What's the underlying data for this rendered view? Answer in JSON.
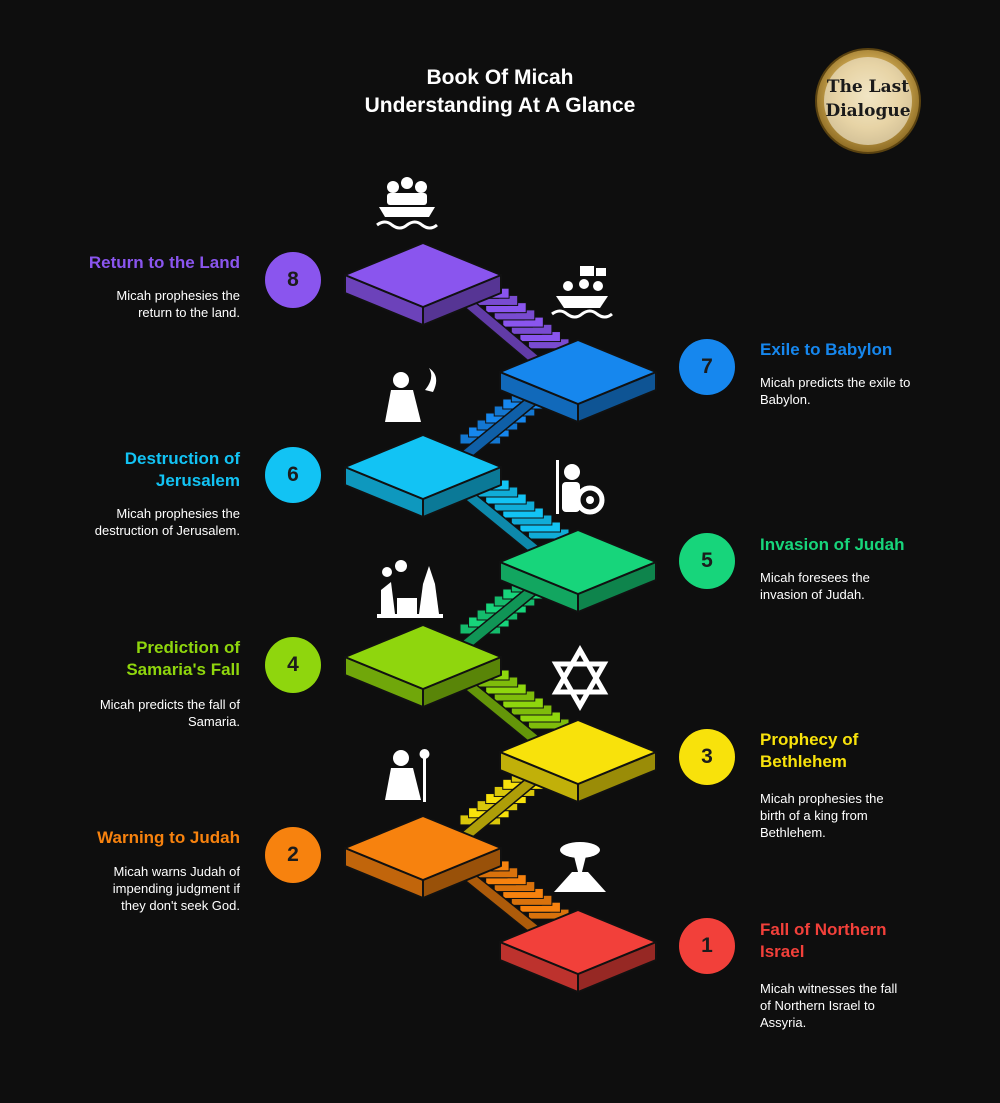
{
  "title_line1": "Book Of Micah",
  "title_line2": "Understanding At A Glance",
  "logo": {
    "line1": "The Last",
    "line2": "Dialogue"
  },
  "steps": [
    {
      "number": "1",
      "color": "#f2403a",
      "heading": [
        "Fall of Northern",
        "Israel"
      ],
      "desc": [
        "Micah witnesses the fall",
        "of Northern Israel to",
        "Assyria."
      ],
      "icon": "volcano-hourglass-icon"
    },
    {
      "number": "2",
      "color": "#f7820e",
      "heading": [
        "Warning to Judah"
      ],
      "desc": [
        "Micah warns Judah of",
        "impending judgment if",
        "they don't seek God."
      ],
      "icon": "prophet-staff-icon"
    },
    {
      "number": "3",
      "color": "#f8e20b",
      "heading": [
        "Prophecy of",
        "Bethlehem"
      ],
      "desc": [
        "Micah prophesies the",
        "birth of a king from",
        "Bethlehem."
      ],
      "icon": "star-of-david-icon"
    },
    {
      "number": "4",
      "color": "#8fd60d",
      "heading": [
        "Prediction of",
        "Samaria's Fall"
      ],
      "desc": [
        "Micah predicts the fall of",
        "Samaria."
      ],
      "icon": "ruined-city-icon"
    },
    {
      "number": "5",
      "color": "#17d57b",
      "heading": [
        "Invasion of Judah"
      ],
      "desc": [
        "Micah foresees the",
        "invasion of Judah."
      ],
      "icon": "soldier-shield-icon"
    },
    {
      "number": "6",
      "color": "#12c3f4",
      "heading": [
        "Destruction of",
        "Jerusalem"
      ],
      "desc": [
        "Micah prophesies the",
        "destruction of Jerusalem."
      ],
      "icon": "figure-fire-icon"
    },
    {
      "number": "7",
      "color": "#1687ee",
      "heading": [
        "Exile to Babylon"
      ],
      "desc": [
        "Micah predicts the exile to",
        "Babylon."
      ],
      "icon": "exile-boat-icon"
    },
    {
      "number": "8",
      "color": "#8a55ee",
      "heading": [
        "Return to the Land"
      ],
      "desc": [
        "Micah prophesies the",
        "return to the land."
      ],
      "icon": "people-boat-icon"
    }
  ]
}
